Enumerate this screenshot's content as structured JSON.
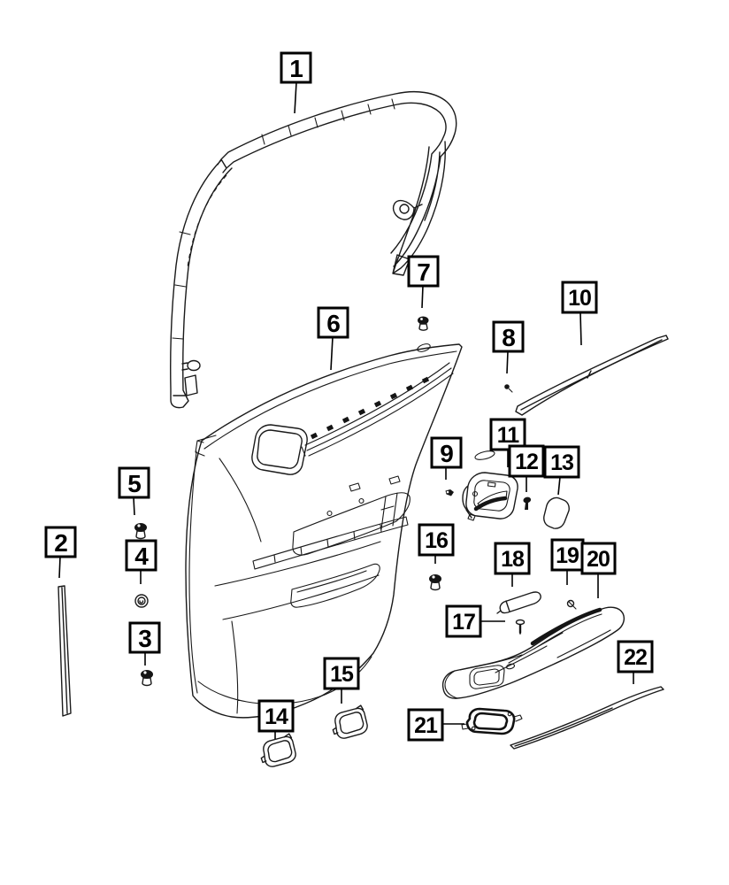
{
  "figure": {
    "background_color": "#ffffff",
    "line_color": "#1a1a1a",
    "callout_box_border_color": "#000000",
    "callouts": [
      {
        "label": "1"
      },
      {
        "label": "2"
      },
      {
        "label": "3"
      },
      {
        "label": "4"
      },
      {
        "label": "5"
      },
      {
        "label": "6"
      },
      {
        "label": "7"
      },
      {
        "label": "8"
      },
      {
        "label": "9"
      },
      {
        "label": "10"
      },
      {
        "label": "11"
      },
      {
        "label": "12"
      },
      {
        "label": "13"
      },
      {
        "label": "14"
      },
      {
        "label": "15"
      },
      {
        "label": "16"
      },
      {
        "label": "17"
      },
      {
        "label": "18"
      },
      {
        "label": "19"
      },
      {
        "label": "20"
      },
      {
        "label": "21"
      },
      {
        "label": "22"
      }
    ],
    "parts": [
      {
        "callout": "1",
        "shape": "window-frame-weatherstrip"
      },
      {
        "callout": "2",
        "shape": "front-edge-molding-strip"
      },
      {
        "callout": "3",
        "shape": "retainer-clip"
      },
      {
        "callout": "4",
        "shape": "grommet"
      },
      {
        "callout": "5",
        "shape": "retainer-clip"
      },
      {
        "callout": "6",
        "shape": "door-trim-panel"
      },
      {
        "callout": "7",
        "shape": "push-pin-clip"
      },
      {
        "callout": "8",
        "shape": "screw"
      },
      {
        "callout": "9",
        "shape": "retainer-clip"
      },
      {
        "callout": "10",
        "shape": "belt-molding"
      },
      {
        "callout": "11",
        "shape": "inside-handle-bezel"
      },
      {
        "callout": "12",
        "shape": "screw"
      },
      {
        "callout": "13",
        "shape": "trim-cap"
      },
      {
        "callout": "14",
        "shape": "lamp-bezel"
      },
      {
        "callout": "15",
        "shape": "lamp-bezel"
      },
      {
        "callout": "16",
        "shape": "retainer-clip"
      },
      {
        "callout": "17",
        "shape": "screw"
      },
      {
        "callout": "18",
        "shape": "pull-cup-lid"
      },
      {
        "callout": "19",
        "shape": "screw"
      },
      {
        "callout": "20",
        "shape": "armrest"
      },
      {
        "callout": "21",
        "shape": "switch-bezel-gasket"
      },
      {
        "callout": "22",
        "shape": "lower-molding-strip"
      }
    ]
  }
}
